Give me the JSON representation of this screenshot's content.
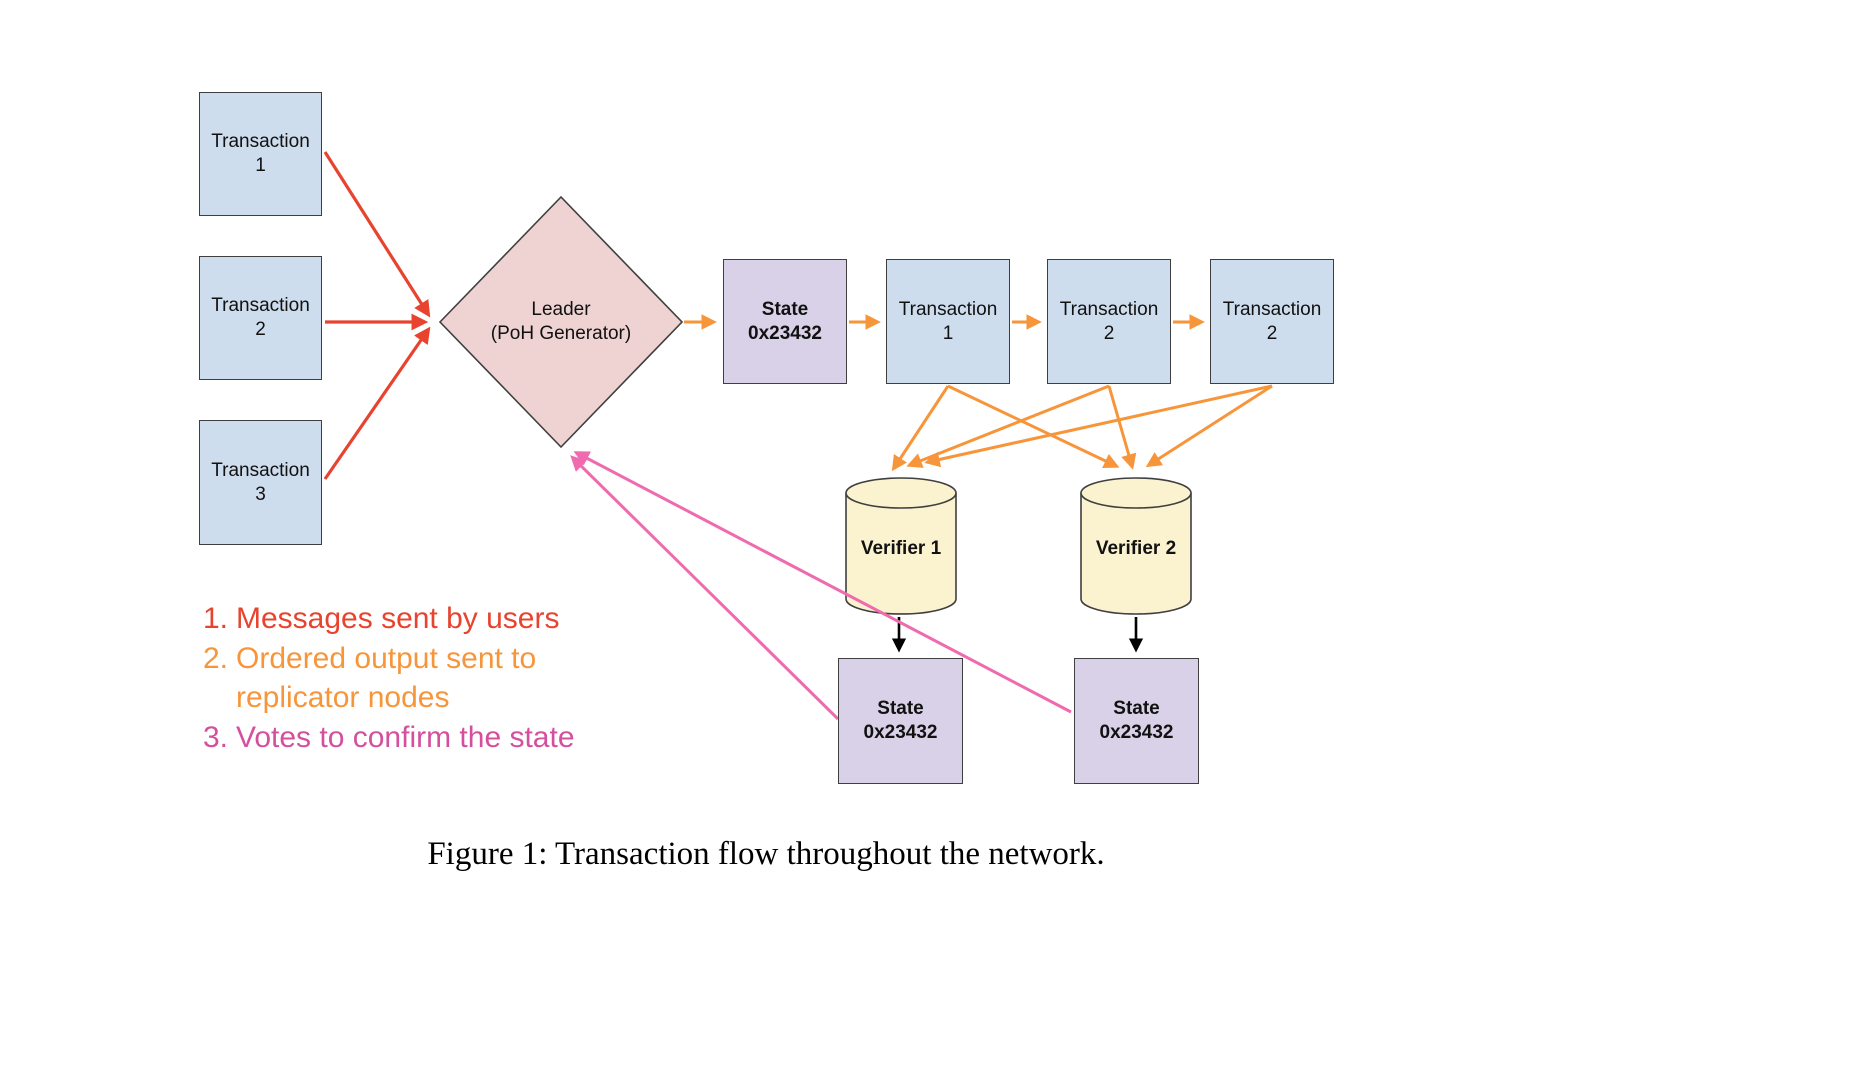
{
  "figure": {
    "caption": "Figure 1: Transaction flow throughout the network."
  },
  "nodes": {
    "tx_input_1": "Transaction\n1",
    "tx_input_2": "Transaction\n2",
    "tx_input_3": "Transaction\n3",
    "leader": "Leader\n(PoH Generator)",
    "state_leader": "State\n0x23432",
    "tx_ordered_1": "Transaction\n1",
    "tx_ordered_2": "Transaction\n2",
    "tx_ordered_3": "Transaction\n2",
    "verifier_1": "Verifier 1",
    "verifier_2": "Verifier 2",
    "state_verifier_1": "State\n0x23432",
    "state_verifier_2": "State\n0x23432"
  },
  "legend": {
    "items": [
      {
        "number": "1.",
        "text": "Messages sent by users",
        "color": "#e8432e"
      },
      {
        "number": "2.",
        "text": "Ordered output sent to\nreplicator nodes",
        "color": "#f7953a"
      },
      {
        "number": "3.",
        "text": "Votes to confirm the state",
        "color": "#d4509e"
      }
    ]
  },
  "colors": {
    "user_messages_arrow": "#e8432e",
    "ordered_output_arrow": "#f7953a",
    "votes_arrow": "#ef6aae",
    "state_commit_arrow": "#000000",
    "transaction_box_fill": "#cedded",
    "leader_diamond_fill": "#efd3d3",
    "state_box_fill": "#d8d1e7",
    "verifier_cylinder_fill": "#fbf3cf",
    "shape_border": "#3f3f3f"
  }
}
